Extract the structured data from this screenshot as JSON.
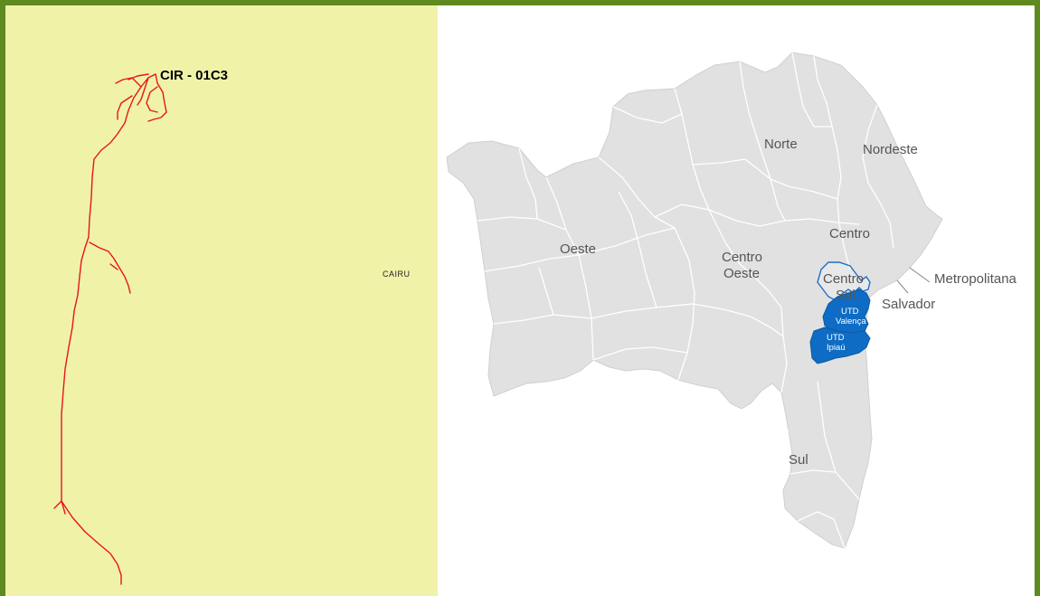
{
  "left_panel": {
    "circuit_label": "CIR - 01C3",
    "area_label": "CAIRU"
  },
  "map": {
    "regions": {
      "norte": "Norte",
      "nordeste": "Nordeste",
      "oeste": "Oeste",
      "centro_oeste_1": "Centro",
      "centro_oeste_2": "Oeste",
      "centro": "Centro",
      "centro_sul_1": "Centro",
      "centro_sul_2": "Sul",
      "metropolitana": "Metropolitana",
      "salvador": "Salvador",
      "sul": "Sul"
    },
    "utds": {
      "valenca_1": "UTD",
      "valenca_2": "Valença",
      "ipiau_1": "UTD",
      "ipiau_2": "Ipiaú"
    }
  },
  "colors": {
    "frame": "#5f8a1f",
    "left_background": "#f0f2a8",
    "circuit_line": "#e8141c",
    "state_fill": "#e1e1e1",
    "state_border": "#ffffff",
    "utd_fill": "#0f6cc4",
    "centro_sul_outline": "#1e6fc8"
  }
}
